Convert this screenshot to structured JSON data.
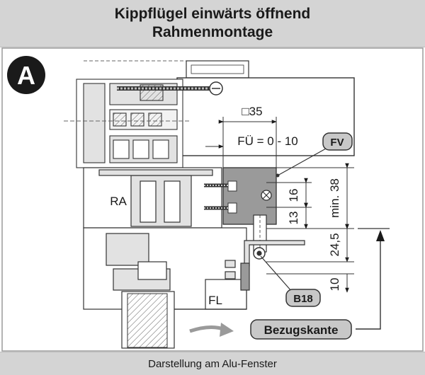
{
  "header": {
    "title_line1": "Kippflügel einwärts öffnend",
    "title_line2": "Rahmenmontage"
  },
  "badge": {
    "letter": "A"
  },
  "labels": {
    "square_dim": "□35",
    "fu_range": "FÜ = 0 - 10",
    "fv": "FV",
    "ra": "RA",
    "fl": "FL",
    "b18": "B18",
    "bezugskante": "Bezugskante"
  },
  "dimensions": {
    "d16": "16",
    "d13": "13",
    "min38": "min. 38",
    "d24_5": "24,5",
    "d10": "10"
  },
  "footer": {
    "caption": "Darstellung am Alu-Fenster"
  }
}
